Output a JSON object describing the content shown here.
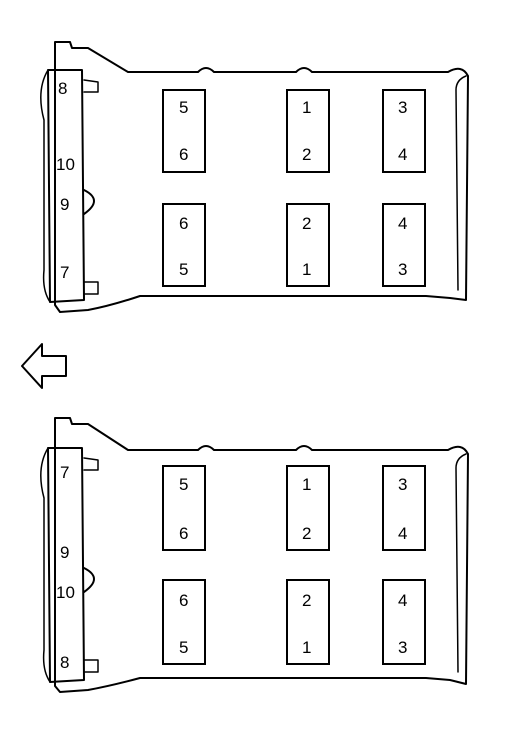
{
  "diagrams": [
    {
      "side_labels": {
        "top": "8",
        "middle_a": "10",
        "middle_b": "9",
        "bottom": "7"
      },
      "blocks": [
        {
          "top": "5",
          "bottom": "6"
        },
        {
          "top": "1",
          "bottom": "2"
        },
        {
          "top": "3",
          "bottom": "4"
        },
        {
          "top": "6",
          "bottom": "5"
        },
        {
          "top": "2",
          "bottom": "1"
        },
        {
          "top": "4",
          "bottom": "3"
        }
      ]
    },
    {
      "side_labels": {
        "top": "7",
        "middle_a": "9",
        "middle_b": "10",
        "bottom": "8"
      },
      "blocks": [
        {
          "top": "5",
          "bottom": "6"
        },
        {
          "top": "1",
          "bottom": "2"
        },
        {
          "top": "3",
          "bottom": "4"
        },
        {
          "top": "6",
          "bottom": "5"
        },
        {
          "top": "2",
          "bottom": "1"
        },
        {
          "top": "4",
          "bottom": "3"
        }
      ]
    }
  ],
  "arrow": {
    "direction": "left"
  }
}
